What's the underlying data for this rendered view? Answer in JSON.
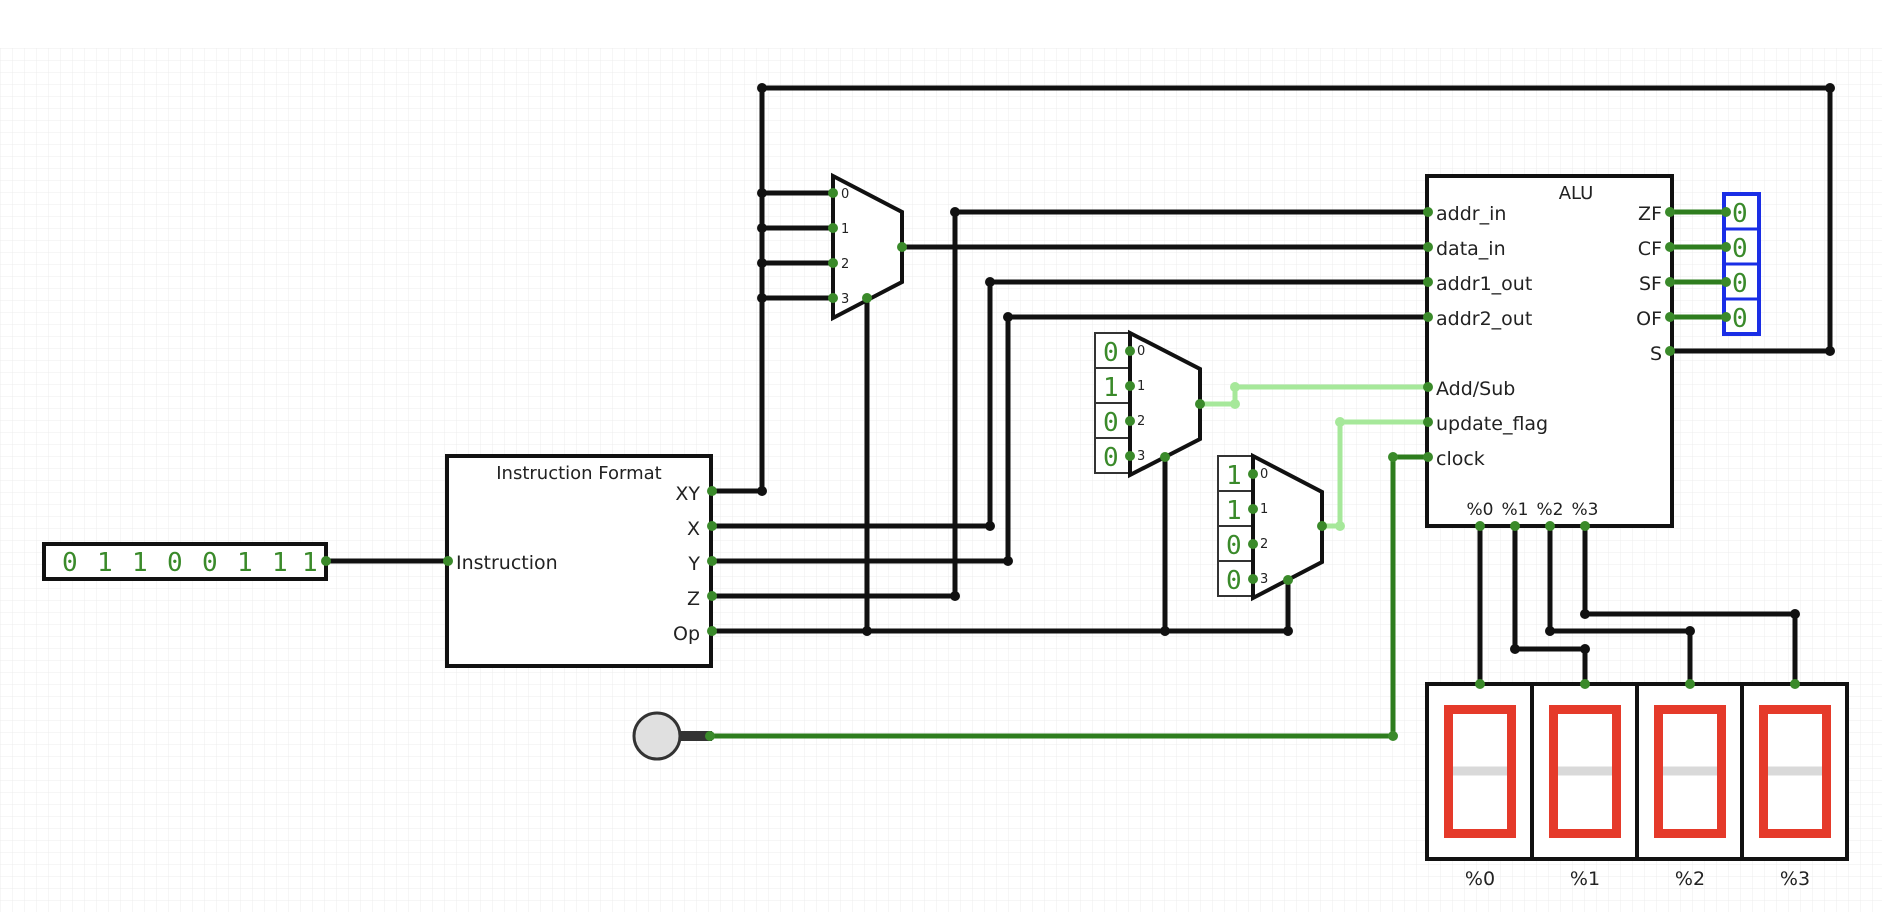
{
  "input_bits": {
    "values": [
      "0",
      "1",
      "1",
      "0",
      "0",
      "1",
      "1",
      "1"
    ]
  },
  "instruction_format": {
    "title": "Instruction Format",
    "input_label": "Instruction",
    "outputs": [
      "XY",
      "X",
      "Y",
      "Z",
      "Op"
    ]
  },
  "mux_main": {
    "selects": [
      "0",
      "1",
      "2",
      "3"
    ]
  },
  "mux_addsub": {
    "selects": [
      "0",
      "1",
      "2",
      "3"
    ],
    "constants": [
      "0",
      "1",
      "0",
      "0"
    ]
  },
  "mux_update": {
    "selects": [
      "0",
      "1",
      "2",
      "3"
    ],
    "constants": [
      "1",
      "1",
      "0",
      "0"
    ]
  },
  "alu": {
    "title": "ALU",
    "inputs": [
      "addr_in",
      "data_in",
      "addr1_out",
      "addr2_out",
      "Add/Sub",
      "update_flag",
      "clock"
    ],
    "flag_outputs": [
      "ZF",
      "CF",
      "SF",
      "OF"
    ],
    "s_output": "S",
    "bottom_outputs": [
      "%0",
      "%1",
      "%2",
      "%3"
    ]
  },
  "flag_values": [
    "0",
    "0",
    "0",
    "0"
  ],
  "displays": {
    "labels": [
      "%0",
      "%1",
      "%2",
      "%3"
    ]
  },
  "colors": {
    "wire": "#111111",
    "active_wire": "#2e7d1e",
    "light_wire": "#a6e89a",
    "segment_on": "#e53a2a",
    "flag_border": "#1a2ee6"
  }
}
